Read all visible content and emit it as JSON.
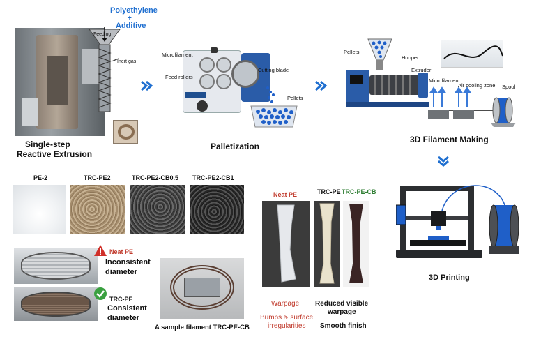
{
  "colors": {
    "accent": "#1f6fd0",
    "warning": "#c0392b",
    "success": "#2e7d32",
    "arrow": "#1f6fd0"
  },
  "extrusion": {
    "inputs_line1": "Polyethylene",
    "inputs_plus": "+",
    "inputs_line2": "Additive",
    "feeding": "Feeding",
    "inert_gas": "Inert gas",
    "title_line1": "Single-step",
    "title_line2": "Reactive Extrusion"
  },
  "palletization": {
    "microfilament": "Microfilament",
    "feed_rollers": "Feed rollers",
    "cutting_blade": "Cutting blade",
    "pellets": "Pellets",
    "title": "Palletization"
  },
  "filament_making": {
    "pellets": "Pellets",
    "hopper": "Hopper",
    "extruder": "Extruder",
    "microfilament": "Microfilament",
    "air_cooling": "Air cooling zone",
    "spool": "Spool",
    "title": "3D Filament Making"
  },
  "samples": [
    "PE-2",
    "TRC-PE2",
    "TRC-PE2-CB0.5",
    "TRC-PE2-CB1"
  ],
  "spools": {
    "neat_label": "Neat PE",
    "neat_desc_line1": "Inconsistent",
    "neat_desc_line2": "diameter",
    "trc_label": "TRC-PE",
    "trc_desc_line1": "Consistent",
    "trc_desc_line2": "diameter",
    "sample_caption": "A sample filament TRC-PE-CB"
  },
  "printed_parts": {
    "neat_label": "Neat PE",
    "trc_label": "TRC-PE",
    "trccb_label": "TRC-PE-CB",
    "warpage": "Warpage",
    "bumps_line1": "Bumps & surface",
    "bumps_line2": "irregularities",
    "reduced_line1": "Reduced visible",
    "reduced_line2": "warpage",
    "smooth": "Smooth finish"
  },
  "printing": {
    "title": "3D Printing"
  }
}
